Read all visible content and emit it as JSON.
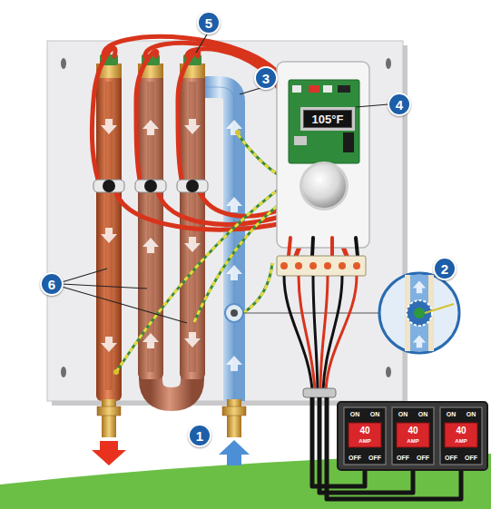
{
  "diagram": {
    "nodes": [
      {
        "text": [
          "5"
        ]
      },
      {
        "text": [
          "3"
        ]
      },
      {
        "text": [
          "4"
        ]
      },
      {
        "text": [
          "105°F"
        ]
      },
      {
        "text": [
          "2"
        ]
      },
      {
        "text": [
          "6"
        ]
      },
      {
        "text": [
          "1"
        ]
      }
    ],
    "labels": [
      "ON",
      "ON",
      "ON",
      "ON",
      "ON",
      "ON",
      "40",
      "40",
      "40",
      "AMP",
      "AMP",
      "AMP",
      "OFF",
      "OFF",
      "OFF",
      "OFF",
      "OFF",
      "OFF"
    ]
  }
}
